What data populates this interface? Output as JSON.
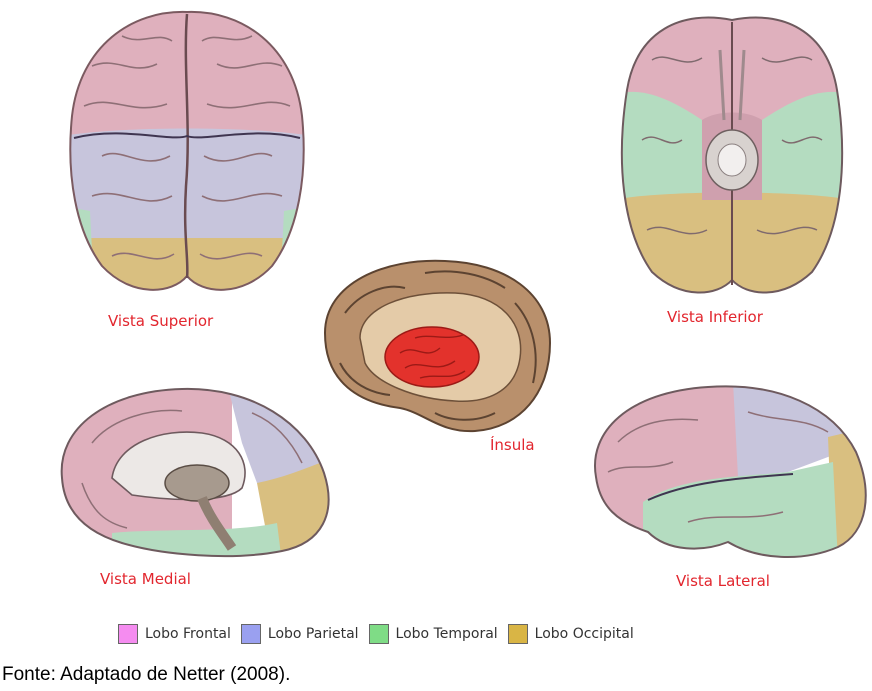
{
  "views": {
    "superior": "Vista Superior",
    "inferior": "Vista Inferior",
    "insula": "Ínsula",
    "medial": "Vista Medial",
    "lateral": "Vista Lateral"
  },
  "legend": [
    {
      "label": "Lobo Frontal",
      "color": "#f58cf0"
    },
    {
      "label": "Lobo Parietal",
      "color": "#9aa0f0"
    },
    {
      "label": "Lobo Temporal",
      "color": "#7fdc86"
    },
    {
      "label": "Lobo Occipital",
      "color": "#d9b545"
    }
  ],
  "region_colors": {
    "frontal": "#dfb0bd",
    "parietal": "#c7c5dc",
    "temporal": "#b4dcc0",
    "occipital": "#d9bf80",
    "insula": "#e3322c",
    "cortex_brown": "#b9906c"
  },
  "source": "Fonte: Adaptado de Netter (2008)."
}
